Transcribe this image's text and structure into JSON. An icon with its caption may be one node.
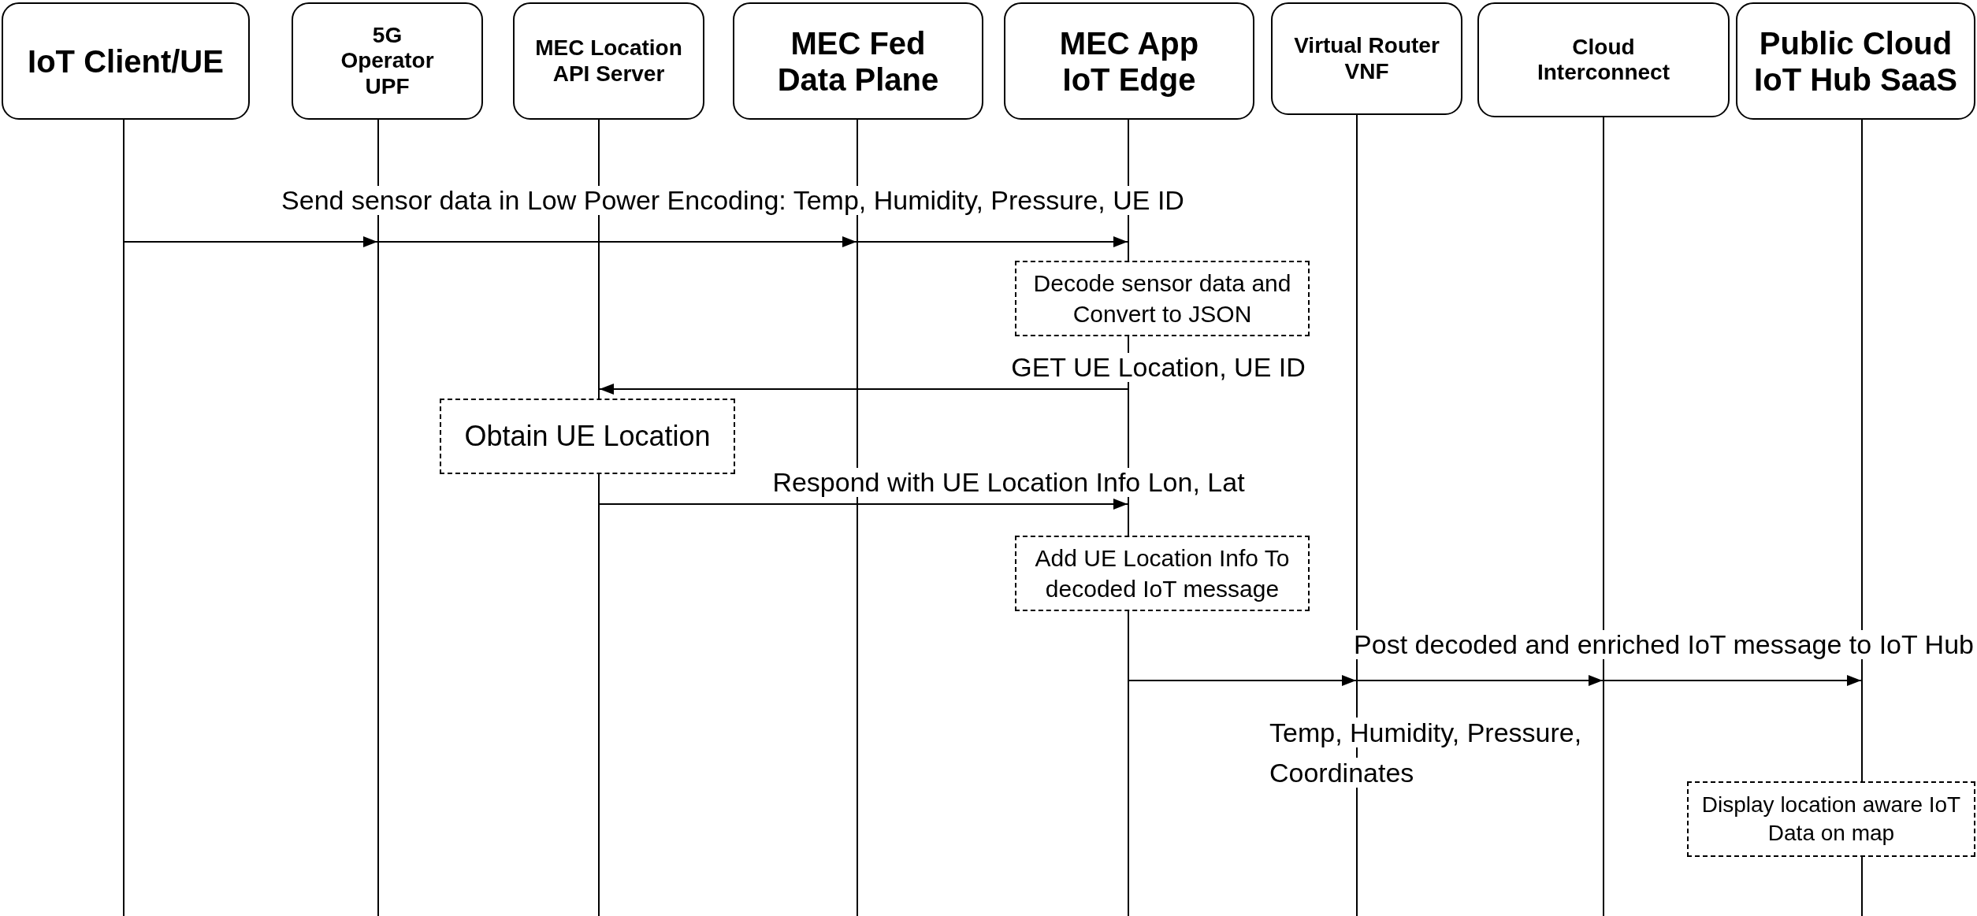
{
  "diagram": {
    "nodes": [
      {
        "text": [
          "IoT Client/UE"
        ]
      },
      {
        "text": [
          "5G Operator UPF"
        ]
      },
      {
        "text": [
          "MEC Location API Server"
        ]
      },
      {
        "text": [
          "MEC Fed Data Plane"
        ]
      },
      {
        "text": [
          "MEC App IoT Edge"
        ]
      },
      {
        "text": [
          "Virtual Router VNF"
        ]
      },
      {
        "text": [
          "Cloud Interconnect"
        ]
      },
      {
        "text": [
          "Public Cloud IoT Hub SaaS"
        ]
      },
      {
        "text": [
          "Decode sensor data and Convert to JSON"
        ]
      },
      {
        "text": [
          "Obtain UE Location"
        ]
      },
      {
        "text": [
          "Add UE Location Info To decoded IoT message"
        ]
      },
      {
        "text": [
          "Display location aware IoT Data on map"
        ]
      },
      {
        "text": [],
        "shape": "line"
      },
      {
        "text": [],
        "shape": "line"
      },
      {
        "text": [],
        "shape": "line"
      },
      {
        "text": [],
        "shape": "line"
      },
      {
        "text": [],
        "shape": "line"
      },
      {
        "text": [],
        "shape": "line"
      },
      {
        "text": [],
        "shape": "line"
      },
      {
        "text": [],
        "shape": "line"
      }
    ],
    "edges": [
      {
        "from": 12,
        "to": 13,
        "arrow": "to"
      },
      {
        "from": 13,
        "to": 15,
        "arrow": "to",
        "label": "Send sensor data in Low Power Encoding: Temp, Humidity, Pressure, UE ID"
      },
      {
        "from": 15,
        "to": 16,
        "arrow": "to"
      },
      {
        "from": 16,
        "to": 14,
        "arrow": "to",
        "label": "GET UE Location, UE ID"
      },
      {
        "from": 14,
        "to": 16,
        "arrow": "to",
        "label": "Respond with UE Location Info Lon, Lat"
      },
      {
        "from": 16,
        "to": 17,
        "arrow": "to",
        "label": "Post decoded and enriched IoT message to IoT Hub"
      },
      {
        "from": 17,
        "to": 18,
        "arrow": "to"
      },
      {
        "from": 18,
        "to": 19,
        "arrow": "to"
      }
    ],
    "labels": [
      "Temp, Humidity, Pressure, Coordinates"
    ]
  }
}
